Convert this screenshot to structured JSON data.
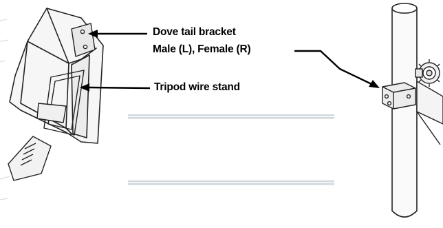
{
  "callouts": {
    "dovetail_line1": "Dove tail bracket",
    "dovetail_line2": "Male (L), Female (R)",
    "tripod": "Tripod wire stand"
  }
}
